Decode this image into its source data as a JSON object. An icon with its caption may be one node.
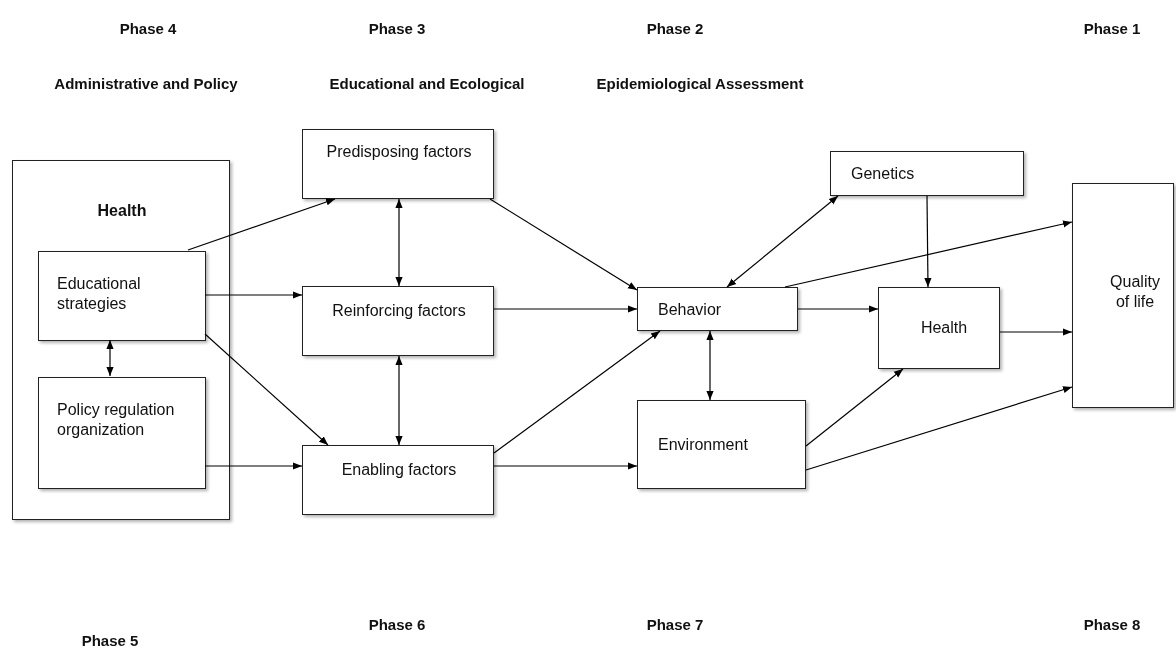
{
  "diagram": {
    "nodes": [
      {
        "text": [
          "Health"
        ]
      },
      {
        "text": [
          "Educational strategies"
        ],
        "in": 0
      },
      {
        "text": [
          "Policy regulation organization"
        ],
        "in": 0
      },
      {
        "text": [
          "Predisposing factors"
        ]
      },
      {
        "text": [
          "Reinforcing factors"
        ]
      },
      {
        "text": [
          "Enabling factors"
        ]
      },
      {
        "text": [
          "Genetics"
        ]
      },
      {
        "text": [
          "Behavior"
        ]
      },
      {
        "text": [
          "Environment"
        ]
      },
      {
        "text": [
          "Health"
        ]
      },
      {
        "text": [
          "Quality of life"
        ]
      }
    ],
    "edges": [
      {
        "from": 1,
        "to": 3,
        "arrow": "to"
      },
      {
        "from": 1,
        "to": 4,
        "arrow": "to"
      },
      {
        "from": 1,
        "to": 5,
        "arrow": "to"
      },
      {
        "from": 1,
        "to": 2,
        "arrow": "both"
      },
      {
        "from": 2,
        "to": 5,
        "arrow": "to"
      },
      {
        "from": 3,
        "to": 4,
        "arrow": "both"
      },
      {
        "from": 4,
        "to": 5,
        "arrow": "both"
      },
      {
        "from": 3,
        "to": 7,
        "arrow": "to"
      },
      {
        "from": 4,
        "to": 7,
        "arrow": "to"
      },
      {
        "from": 5,
        "to": 7,
        "arrow": "to"
      },
      {
        "from": 5,
        "to": 8,
        "arrow": "to"
      },
      {
        "from": 7,
        "to": 6,
        "arrow": "both"
      },
      {
        "from": 6,
        "to": 9,
        "arrow": "to"
      },
      {
        "from": 7,
        "to": 10,
        "arrow": "to"
      },
      {
        "from": 7,
        "to": 9,
        "arrow": "to"
      },
      {
        "from": 7,
        "to": 8,
        "arrow": "both"
      },
      {
        "from": 8,
        "to": 9,
        "arrow": "to"
      },
      {
        "from": 8,
        "to": 10,
        "arrow": "to"
      },
      {
        "from": 9,
        "to": 10,
        "arrow": "to"
      }
    ],
    "labels": [
      "Phase 4",
      "Phase 3",
      "Phase 2",
      "Phase 1",
      "Administrative and Policy",
      "Educational and Ecological",
      "Epidemiological Assessment",
      "Phase 6",
      "Phase 7",
      "Phase 8",
      "Phase 5"
    ]
  }
}
